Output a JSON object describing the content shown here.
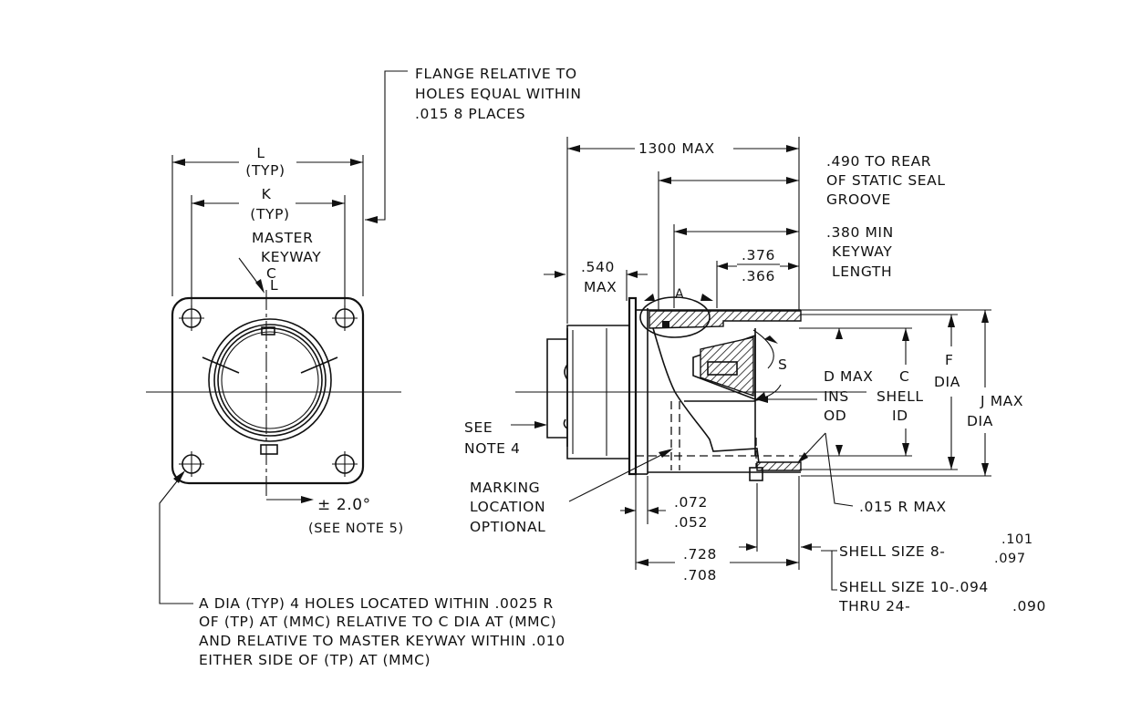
{
  "notes": {
    "flange": [
      "FLANGE RELATIVE TO",
      "HOLES EQUAL WITHIN",
      ".015 8 PLACES"
    ],
    "static_seal": [
      ".490 TO REAR",
      "OF STATIC SEAL",
      "GROOVE"
    ],
    "keyway_length": [
      ".380 MIN",
      "KEYWAY",
      "LENGTH"
    ],
    "holes": [
      "A DIA  (TYP)  4 HOLES LOCATED WITHIN  .0025 R",
      "OF  (TP)  AT  (MMC)  RELATIVE TO C DIA AT  (MMC)",
      "AND RELATIVE TO MASTER KEYWAY WITHIN  .010",
      "EITHER SIDE OF  (TP)  AT  (MMC)"
    ]
  },
  "front_view": {
    "l_label": "L",
    "l_typ": "(TYP)",
    "k_label": "K",
    "k_typ": "(TYP)",
    "master": "MASTER",
    "keyway": "KEYWAY",
    "cl_c": "C",
    "cl_l": "L",
    "angle_tol": "± 2.0°",
    "see_note5": "(SEE NOTE 5)"
  },
  "side_view": {
    "dim_1300": "1300 MAX",
    "dim_540": ".540",
    "dim_540_max": "MAX",
    "dim_376": ".376",
    "dim_366": ".366",
    "a_label": "A",
    "s_label": "S",
    "d_max": "D MAX",
    "ins": "INS",
    "od": "OD",
    "c_label": "C",
    "shell": "SHELL",
    "id": "ID",
    "f_label": "F",
    "f_dia": "DIA",
    "j_max": "J MAX",
    "j_dia": "DIA",
    "see": "SEE",
    "note4": "NOTE 4",
    "marking": "MARKING",
    "location": "LOCATION",
    "optional": "OPTIONAL",
    "dim_072": ".072",
    "dim_052": ".052",
    "r_max": ".015 R MAX",
    "dim_728": ".728",
    "dim_708": ".708",
    "shell8": "SHELL  SIZE  8-",
    "shell8_hi": ".101",
    "shell8_lo": ".097",
    "shell10": "SHELL  SIZE  10-.094",
    "thru24": "THRU 24-",
    "thru24_val": ".090"
  }
}
